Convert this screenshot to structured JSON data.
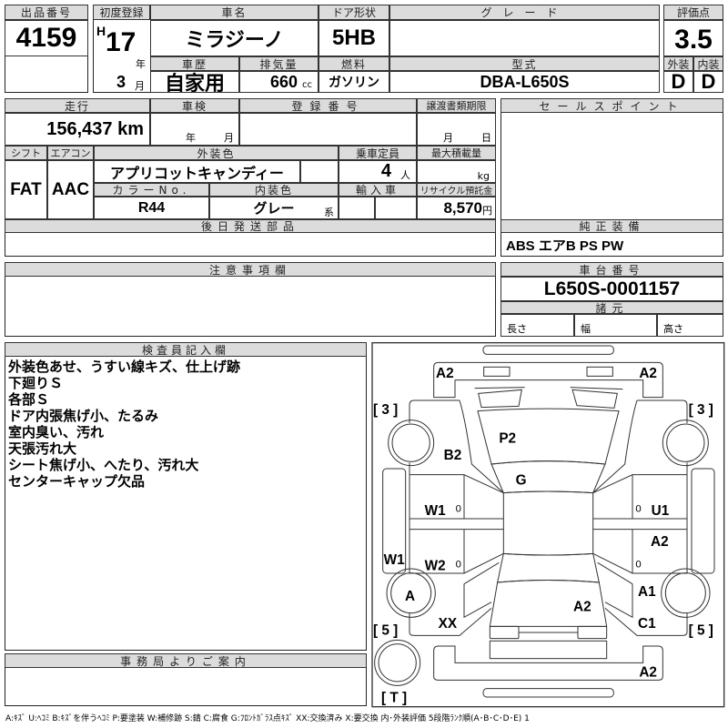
{
  "lot": {
    "label": "出品番号",
    "value": "4159"
  },
  "first_reg": {
    "label": "初度登録",
    "era": "H",
    "year": "17",
    "year_unit": "年",
    "month": "3",
    "month_unit": "月"
  },
  "car_name": {
    "label": "車名",
    "value": "ミラジーノ"
  },
  "door": {
    "label": "ドア形状",
    "value": "5HB"
  },
  "grade": {
    "label": "グレード",
    "value": ""
  },
  "score": {
    "label": "評価点",
    "value": "3.5",
    "ext_label": "外装",
    "int_label": "内装",
    "ext": "D",
    "int": "D"
  },
  "history": {
    "label": "車歴",
    "value": "自家用"
  },
  "displacement": {
    "label": "排気量",
    "value": "660",
    "unit": "cc"
  },
  "fuel": {
    "label": "燃料",
    "value": "ガソリン"
  },
  "model": {
    "label": "型式",
    "value": "DBA-L650S"
  },
  "mileage": {
    "label": "走行",
    "value": "156,437 km"
  },
  "inspection": {
    "label": "車検",
    "year_unit": "年",
    "month_unit": "月"
  },
  "reg_no": {
    "label": "登録番号"
  },
  "transfer": {
    "label": "譲渡書類期限",
    "month_unit": "月",
    "day_unit": "日"
  },
  "shift": {
    "label": "シフト",
    "value": "FAT"
  },
  "ac": {
    "label": "エアコン",
    "value": "AAC"
  },
  "ext_color": {
    "label": "外装色",
    "value": "アプリコットキャンディー"
  },
  "capacity": {
    "label": "乗車定員",
    "value": "4",
    "unit": "人"
  },
  "max_load": {
    "label": "最大積載量",
    "unit": "kg"
  },
  "color_no": {
    "label": "カラーNo.",
    "value": "R44"
  },
  "int_color": {
    "label": "内装色",
    "value": "グレー",
    "suffix": "系"
  },
  "import": {
    "label": "輸入車"
  },
  "recycle": {
    "label": "リサイクル預託金",
    "value": "8,570",
    "unit": "円"
  },
  "later_parts": {
    "label": "後日発送部品"
  },
  "sales_point": {
    "label": "セールスポイント"
  },
  "equipment": {
    "label": "純正装備",
    "value": "ABS エアB PS PW"
  },
  "caution": {
    "label": "注意事項欄"
  },
  "chassis": {
    "label": "車台番号",
    "value": "L650S-0001157"
  },
  "specs": {
    "label": "諸元",
    "length": "長さ",
    "width": "幅",
    "height": "高さ"
  },
  "inspector": {
    "label": "検査員記入欄",
    "lines": [
      "外装色あせ、うすい線キズ、仕上げ跡",
      "下廻りＳ",
      "各部Ｓ",
      "ドア内張焦げ小、たるみ",
      "室内臭い、汚れ",
      "天張汚れ大",
      "シート焦げ小、へたり、汚れ大",
      "センターキャップ欠品"
    ]
  },
  "office": {
    "label": "事務局よりご案内"
  },
  "diagram": {
    "marks": [
      "A2",
      "A2",
      "[ 3 ]",
      "[ 3 ]",
      "P2",
      "B2",
      "G",
      "W1",
      "0",
      "U1",
      "0",
      "A2",
      "W1",
      "W2",
      "0",
      "0",
      "A1",
      "A",
      "A2",
      "XX",
      "C1",
      "[ 5 ]",
      "[ 5 ]",
      "A2",
      "[ T ]"
    ]
  },
  "legend": "A:ｷｽﾞ U:ﾍｺﾐ B:ｷｽﾞを伴うﾍｺﾐ P:要塗装 W:補修跡 S:錆 C:腐食 G:ﾌﾛﾝﾄｶﾞﾗｽ点ｷｽﾞ XX:交換済み X:要交換  内･外装評価  5段階ﾗﾝｸ順(A･B･C･D･E) 1"
}
